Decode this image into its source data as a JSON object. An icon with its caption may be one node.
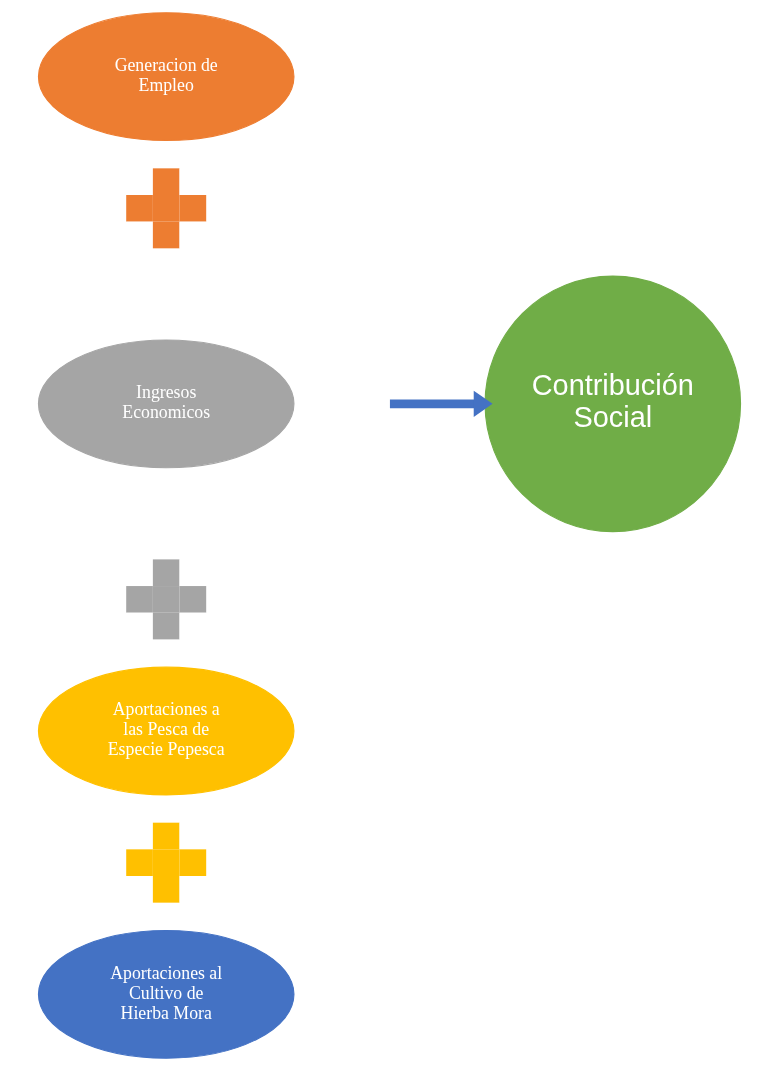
{
  "diagram": {
    "nodes": [
      {
        "text": [
          "Generacion de Empleo"
        ]
      },
      {
        "text": [],
        "shape": "plus"
      },
      {
        "text": [
          "Ingresos Economicos"
        ]
      },
      {
        "text": [],
        "shape": "plus"
      },
      {
        "text": [
          "Aportaciones a las Pesca de Especie Pepesca"
        ]
      },
      {
        "text": [],
        "shape": "plus"
      },
      {
        "text": [
          "Aportaciones al Cultivo de Hierba Mora"
        ]
      },
      {
        "text": [
          "Contribución Social"
        ]
      }
    ],
    "edges": [
      {
        "from": null,
        "to": 7,
        "arrow": "to"
      }
    ]
  }
}
